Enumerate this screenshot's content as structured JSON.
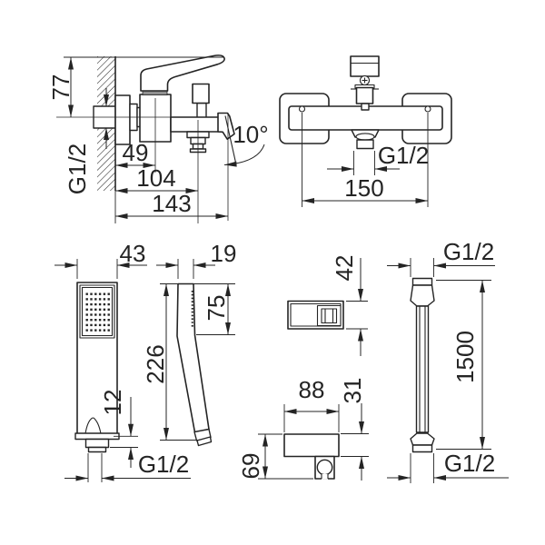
{
  "labels": {
    "mixer_side": {
      "height_to_handle_top": "77",
      "wall_thread": "G1/2",
      "wall_to_body_center": "49",
      "wall_to_outlet_center": "104",
      "wall_to_spout_tip": "143",
      "spout_angle": "10°"
    },
    "mixer_front": {
      "shower_outlet_thread": "G1/2",
      "connection_centers": "150"
    },
    "handshower_front": {
      "head_width": "43",
      "inlet_length": "12",
      "inlet_thread": "G1/2"
    },
    "handshower_side": {
      "head_depth": "19",
      "spray_face_length": "75",
      "total_length": "226"
    },
    "holder_top": {
      "depth": "42"
    },
    "holder_front": {
      "width": "88",
      "body_height": "31",
      "total_height": "69"
    },
    "hose": {
      "top_thread": "G1/2",
      "length": "1500",
      "bottom_thread": "G1/2"
    }
  },
  "colors": {
    "line": "#242424",
    "cartridge_gray": "#8f8f8f",
    "background": "#ffffff"
  }
}
